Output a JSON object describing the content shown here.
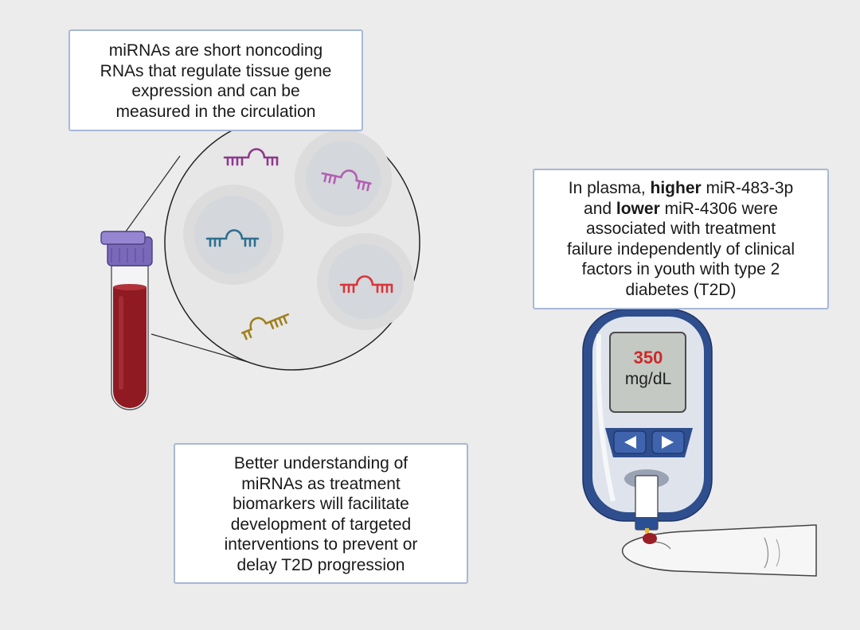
{
  "colors": {
    "background": "#ececec",
    "callout_border": "#a7b8d6",
    "blood": "#8f1a22",
    "cap": "#8877c2",
    "meter_blue": "#2f4e8e",
    "screen": "#c4c9c4",
    "reading": "#cc2a2a",
    "mirna_colors": [
      "#8e3a8e",
      "#b35fb3",
      "#2e6f8f",
      "#d6363a",
      "#a0801e"
    ]
  },
  "callouts": {
    "mirna_lines": [
      "miRNAs are short noncoding",
      "RNAs that regulate tissue gene",
      "expression and can be",
      "measured in the circulation"
    ],
    "plasma": {
      "l1_a": "In plasma, ",
      "l1_b": "higher",
      "l1_c": " miR-483-3p",
      "l2_a": "and ",
      "l2_b": "lower",
      "l2_c": " miR-4306 were",
      "l3": "associated with treatment",
      "l4": "failure independently of clinical",
      "l5": "factors in youth with type 2",
      "l6": "diabetes (T2D)"
    },
    "better_lines": [
      "Better understanding of",
      "miRNAs as treatment",
      "biomarkers will facilitate",
      "development of targeted",
      "interventions to prevent or",
      "delay T2D progression"
    ]
  },
  "meter": {
    "value": "350",
    "unit": "mg/dL",
    "left_button_icon": "left-arrow-icon",
    "right_button_icon": "right-arrow-icon"
  }
}
